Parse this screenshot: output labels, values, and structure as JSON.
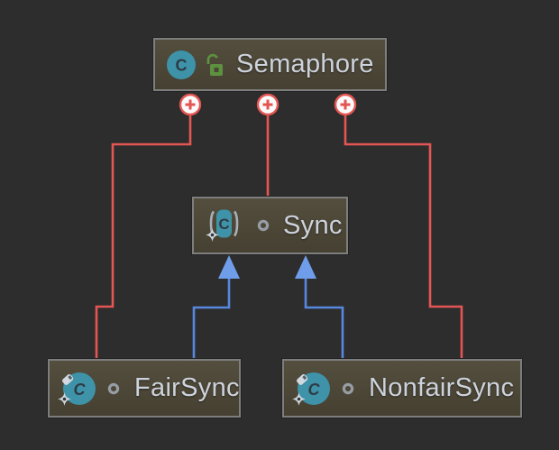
{
  "app": {
    "name": "uml-class-diagram",
    "background": "#2d2d2d"
  },
  "colors": {
    "bg": "#2d2d2d",
    "node-fill-top": "#544e3e",
    "node-fill-bottom": "#454031",
    "node-border": "#7e7e7e",
    "text": "#cdd3dc",
    "red": "#e45653",
    "blue": "#5787de",
    "arrow-fill": "#6f9dea",
    "plus-fill": "#fbfbfb",
    "icon-teal": "#3e93a8",
    "icon-letter": "#2e3b46",
    "lock-green": "#5d9140",
    "ring-gray": "#969da4",
    "badge-gray": "#d2d8df",
    "paren-gray": "#aab0b6"
  },
  "nodes": {
    "semaphore": {
      "label": "Semaphore",
      "class_icon": "class-icon",
      "class_icon_letter": "C",
      "visibility_icon": "public-open-padlock-icon",
      "modifiers": []
    },
    "sync": {
      "label": "Sync",
      "class_icon": "abstract-class-icon",
      "class_icon_letter": "C",
      "visibility_icon": "package-private-ring-icon",
      "modifiers": [
        "static"
      ]
    },
    "fairsync": {
      "label": "FairSync",
      "class_icon": "class-icon",
      "class_icon_letter": "C",
      "visibility_icon": "package-private-ring-icon",
      "modifiers": [
        "static",
        "final"
      ]
    },
    "nonfairsync": {
      "label": "NonfairSync",
      "class_icon": "class-icon",
      "class_icon_letter": "C",
      "visibility_icon": "package-private-ring-icon",
      "modifiers": [
        "static",
        "final"
      ]
    }
  },
  "edges": {
    "red_edges": [
      {
        "from": "Semaphore",
        "to": "FairSync",
        "marker": "plus-circle-badge"
      },
      {
        "from": "Semaphore",
        "to": "Sync",
        "marker": "plus-circle-badge"
      },
      {
        "from": "Semaphore",
        "to": "NonfairSync",
        "marker": "plus-circle-badge"
      }
    ],
    "blue_edges": [
      {
        "from": "FairSync",
        "to": "Sync",
        "marker": "triangle-arrowhead"
      },
      {
        "from": "NonfairSync",
        "to": "Sync",
        "marker": "triangle-arrowhead"
      }
    ],
    "plus_badge_glyph": "+"
  }
}
